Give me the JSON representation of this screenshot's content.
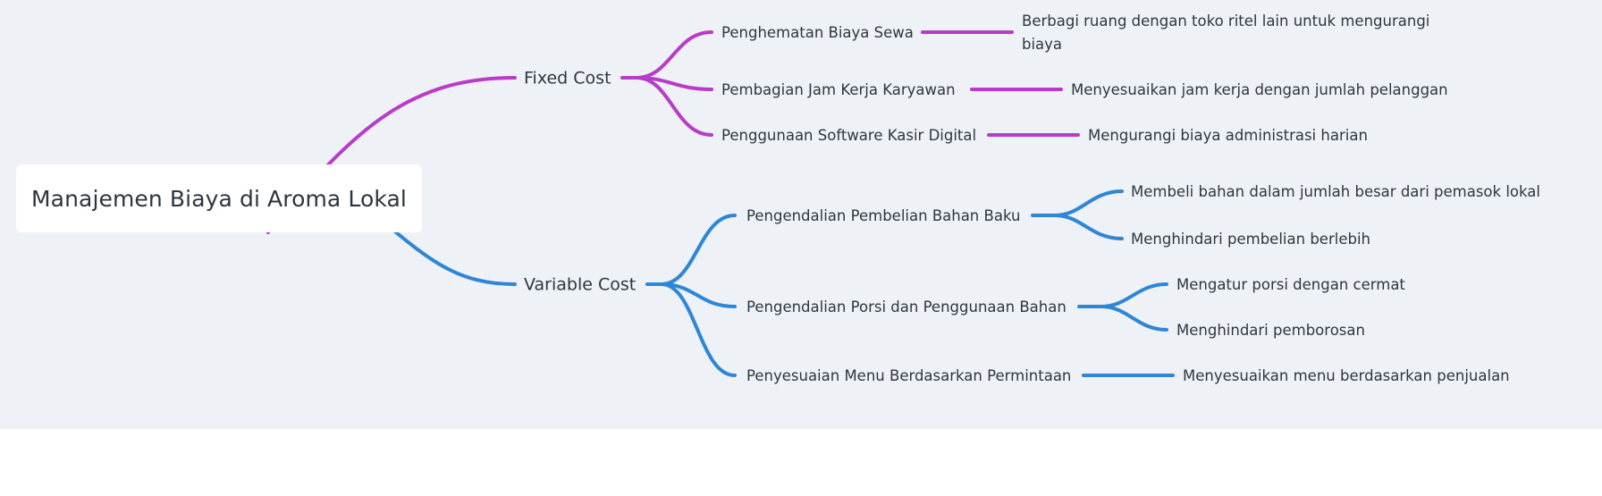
{
  "colors": {
    "canvas_bg": "#eef2f6",
    "fixed_branch": "#b93bc9",
    "variable_branch": "#2e86d6",
    "text": "#2d3640",
    "root_bg": "#ffffff"
  },
  "mindmap": {
    "root": {
      "label": "Manajemen Biaya di Aroma Lokal"
    },
    "branches": [
      {
        "label": "Fixed Cost",
        "color": "#b93bc9",
        "children": [
          {
            "label": "Penghematan Biaya Sewa",
            "children": [
              {
                "label_line1": "Berbagi ruang dengan toko ritel lain untuk mengurangi",
                "label_line2": "biaya",
                "label": "Berbagi ruang dengan toko ritel lain untuk mengurangi biaya"
              }
            ]
          },
          {
            "label": "Pembagian Jam Kerja Karyawan",
            "children": [
              {
                "label": "Menyesuaikan jam kerja dengan jumlah pelanggan"
              }
            ]
          },
          {
            "label": "Penggunaan Software Kasir Digital",
            "children": [
              {
                "label": "Mengurangi biaya administrasi harian"
              }
            ]
          }
        ]
      },
      {
        "label": "Variable Cost",
        "color": "#2e86d6",
        "children": [
          {
            "label": "Pengendalian Pembelian Bahan Baku",
            "children": [
              {
                "label": "Membeli bahan dalam jumlah besar dari pemasok lokal"
              },
              {
                "label": "Menghindari pembelian berlebih"
              }
            ]
          },
          {
            "label": "Pengendalian Porsi dan Penggunaan Bahan",
            "children": [
              {
                "label": "Mengatur porsi dengan cermat"
              },
              {
                "label": "Menghindari pemborosan"
              }
            ]
          },
          {
            "label": "Penyesuaian Menu Berdasarkan Permintaan",
            "children": [
              {
                "label": "Menyesuaikan menu berdasarkan penjualan"
              }
            ]
          }
        ]
      }
    ]
  }
}
